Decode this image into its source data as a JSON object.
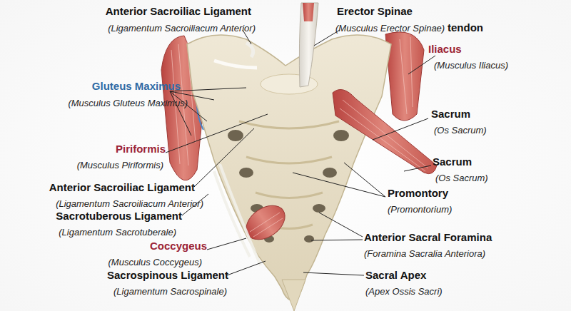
{
  "diagram": {
    "labels": [
      "Anterior Sacroiliac Ligament",
      "(Ligamentum Sacroiliacum Anterior)",
      "Erector Spinae",
      "(Musculus Erector Spinae)",
      "tendon",
      "Iliacus",
      "(Musculus Iliacus)",
      "Gluteus Maximus",
      "(Musculus Gluteus Maximus)",
      "Sacrum",
      "(Os Sacrum)",
      "Piriformis",
      "(Musculus Piriformis)",
      "Sacrum",
      "(Os Sacrum)",
      "Anterior Sacroiliac Ligament",
      "(Ligamentum Sacroiliacum Anterior)",
      "Promontory",
      "(Promontorium)",
      "Sacrotuberous Ligament",
      "(Ligamentum Sacrotuberale)",
      "Coccygeus",
      "(Musculus Coccygeus)",
      "Anterior Sacral Foramina",
      "(Foramina Sacralia Anteriora)",
      "Sacrospinous Ligament",
      "(Ligamentum Sacrospinale)",
      "Sacral Apex",
      "(Apex Ossis Sacri)"
    ]
  }
}
